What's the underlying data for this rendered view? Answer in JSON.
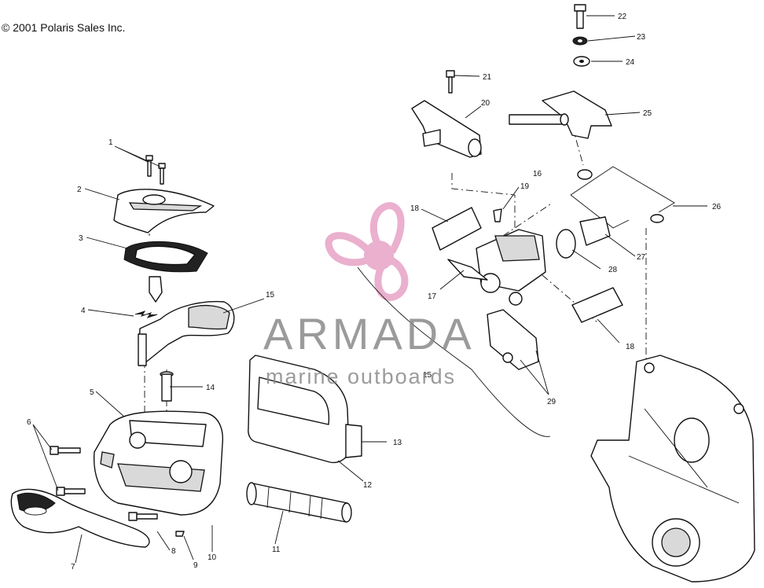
{
  "copyright": "© 2001 Polaris Sales Inc.",
  "watermark": {
    "brand": "ARMADA",
    "tagline": "marine outboards",
    "logo_color": "#e7a3c6"
  },
  "callouts": [
    "1",
    "2",
    "3",
    "4",
    "5",
    "6",
    "7",
    "8",
    "9",
    "10",
    "11",
    "12",
    "13",
    "14",
    "15",
    "15",
    "16",
    "17",
    "18",
    "18",
    "19",
    "20",
    "21",
    "22",
    "23",
    "24",
    "25",
    "26",
    "27",
    "28",
    "29"
  ]
}
